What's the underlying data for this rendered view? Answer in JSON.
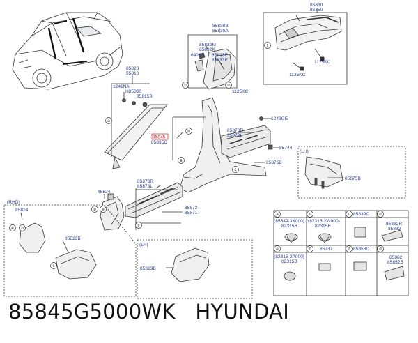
{
  "caption": {
    "part_number": "85845G5000WK",
    "brand": "HYUNDAI"
  },
  "labels": {
    "p85860": "85860",
    "p85850": "85850",
    "p85830B": "85830B",
    "p85830A": "85830A",
    "p85832M": "85832M",
    "p85832K": "85832K",
    "p64263": "64263",
    "p85833F": "85833F",
    "p85833E": "85833E",
    "p1125KC_a": "1125KC",
    "p1125KC_b": "1125KC",
    "p1125KC_c": "1125KC",
    "p85820": "85820",
    "p85810": "85810",
    "p1241NA": "1241NA",
    "pH85830": "H85830",
    "p85815B": "85815B",
    "p85845": "85845",
    "p85835C": "85835C",
    "p1249GE": "1249GE",
    "p85878R": "85878R",
    "p85878L": "85878L",
    "p85744": "85744",
    "p85876B": "85876B",
    "pLH1": "(LH)",
    "p85875B": "85875B",
    "p85873R": "85873R",
    "p85873L": "85873L",
    "p85824a": "85824",
    "pRHD": "(RHD)",
    "p85824b": "85824",
    "p85872": "85872",
    "p85871": "85871",
    "p85823Ba": "85823B",
    "pLH2": "(LH)",
    "p85823Bb": "85823B",
    "p85849": "(85849-3X000)",
    "p82315Ba": "82315B",
    "p82315_2W": "(82315-2W000)",
    "p82315Bb": "82315B",
    "p85839C": "85839C",
    "p85832R": "85832R",
    "p85832": "85832",
    "p85737": "85737",
    "p85858D": "85858D",
    "p82315_2P": "(82315-2P000)",
    "p82315Bc": "82315B",
    "p85862": "85862",
    "p85852B": "85852B"
  },
  "circles": {
    "a": "a",
    "b": "b",
    "c": "c",
    "d": "d",
    "e": "e",
    "f": "f"
  }
}
